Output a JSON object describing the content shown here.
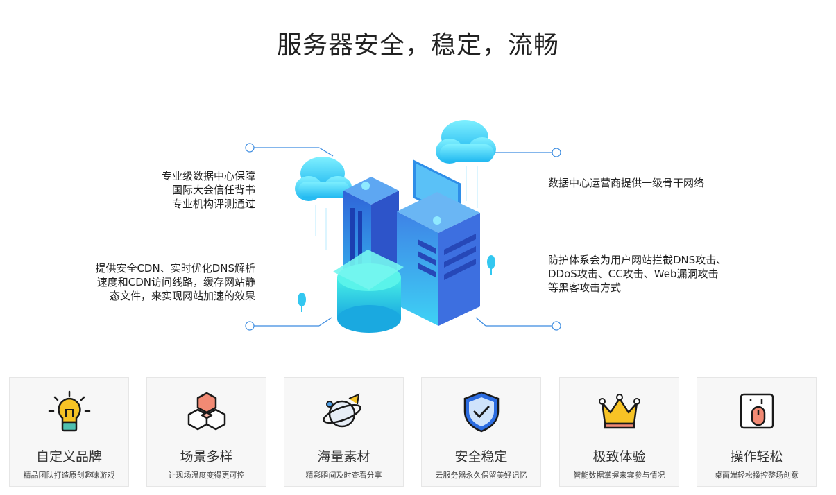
{
  "header": {
    "title": "服务器安全，稳定，流畅"
  },
  "features_left": [
    {
      "lines": [
        "专业级数据中心保障",
        "国际大会信任背书",
        "专业机构评测通过"
      ]
    },
    {
      "lines": [
        "提供安全CDN、实时优化DNS解析",
        "速度和CDN访问线路，缓存网站静",
        "态文件，来实现网站加速的效果"
      ]
    }
  ],
  "features_right": [
    {
      "lines": [
        "数据中心运营商提供一级骨干网络"
      ]
    },
    {
      "lines": [
        "防护体系会为用户网站拦截DNS攻击、",
        "DDoS攻击、CC攻击、Web漏洞攻击",
        "等黑客攻击方式"
      ]
    }
  ],
  "cards": [
    {
      "title": "自定义品牌",
      "subtitle": "精品团队打造原创趣味游戏",
      "icon": "lightbulb-icon"
    },
    {
      "title": "场景多样",
      "subtitle": "让现场温度变得更可控",
      "icon": "cubes-icon"
    },
    {
      "title": "海量素材",
      "subtitle": "精彩瞬间及时查看分享",
      "icon": "planet-icon"
    },
    {
      "title": "安全稳定",
      "subtitle": "云服务器永久保留美好记忆",
      "icon": "shield-check-icon"
    },
    {
      "title": "极致体验",
      "subtitle": "智能数据掌握来宾参与情况",
      "icon": "crown-icon"
    },
    {
      "title": "操作轻松",
      "subtitle": "桌面端轻松操控整场创意",
      "icon": "mouse-icon"
    }
  ],
  "colors": {
    "accent": "#2a8fdd",
    "icon_yellow": "#f7c325",
    "icon_coral": "#f28a74",
    "card_bg": "#f7f7f7"
  }
}
